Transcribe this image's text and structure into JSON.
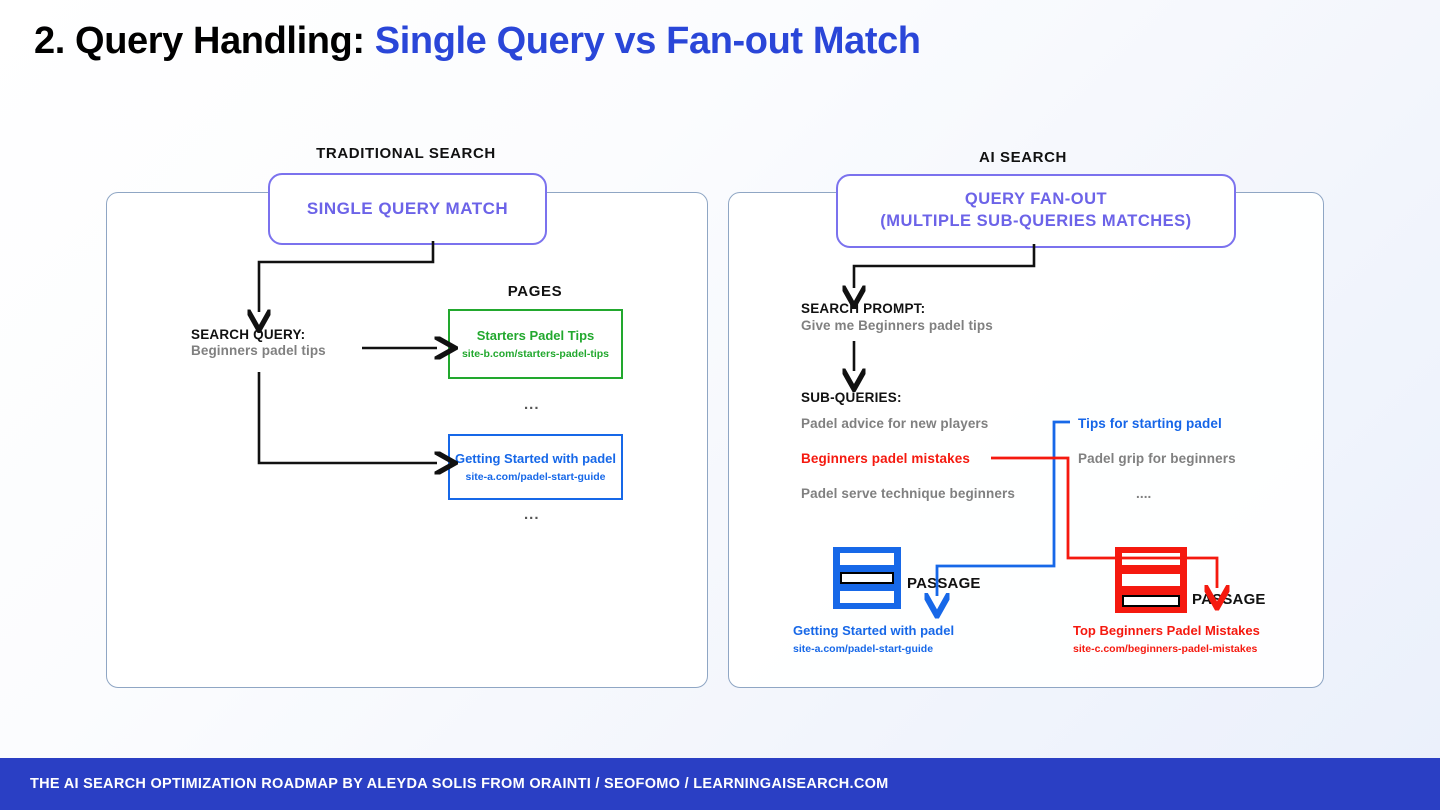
{
  "title": {
    "black_part": "2. Query Handling: ",
    "accent_part": "Single Query vs Fan-out Match"
  },
  "colors": {
    "accent_blue": "#2a46d8",
    "purple": "#6c63e8",
    "green": "#22a82e",
    "link_blue": "#1768e8",
    "red": "#f5190f",
    "gray_text": "#808080",
    "footer_bg": "#2a3fc4",
    "panel_border": "#8fa6c4"
  },
  "left_panel": {
    "heading": "TRADITIONAL SEARCH",
    "badge": "SINGLE QUERY MATCH",
    "query_label": "SEARCH QUERY:",
    "query_text": "Beginners padel tips",
    "pages_label": "PAGES",
    "ellipsis_1": "...",
    "ellipsis_2": "...",
    "pages": [
      {
        "title": "Starters Padel Tips",
        "url": "site-b.com/starters-padel-tips",
        "color": "green"
      },
      {
        "title": "Getting Started with padel",
        "url": "site-a.com/padel-start-guide",
        "color": "blue"
      }
    ]
  },
  "right_panel": {
    "heading": "AI SEARCH",
    "badge_line1": "QUERY FAN-OUT",
    "badge_line2": "(MULTIPLE SUB-QUERIES MATCHES)",
    "prompt_label": "SEARCH PROMPT:",
    "prompt_text": "Give me Beginners padel tips",
    "subqueries_label": "SUB-QUERIES:",
    "subqueries_left": [
      {
        "text": "Padel advice for new players",
        "color": "gray"
      },
      {
        "text": "Beginners padel mistakes",
        "color": "red"
      },
      {
        "text": "Padel serve technique beginners",
        "color": "gray"
      }
    ],
    "subqueries_right": [
      {
        "text": "Tips for starting padel",
        "color": "blue"
      },
      {
        "text": "Padel grip for beginners",
        "color": "gray"
      },
      {
        "text": "....",
        "color": "gray"
      }
    ],
    "passage_label_left": "PASSAGE",
    "passage_label_right": "PASSAGE",
    "results": [
      {
        "title": "Getting Started with padel",
        "url": "site-a.com/padel-start-guide",
        "color": "blue",
        "highlight_row": 2
      },
      {
        "title": "Top Beginners Padel Mistakes",
        "url": "site-c.com/beginners-padel-mistakes",
        "color": "red",
        "highlight_row": 3
      }
    ]
  },
  "footer": {
    "text": "THE AI SEARCH OPTIMIZATION ROADMAP BY ALEYDA SOLIS FROM ORAINTI / SEOFOMO / LEARNINGAISEARCH.COM"
  }
}
